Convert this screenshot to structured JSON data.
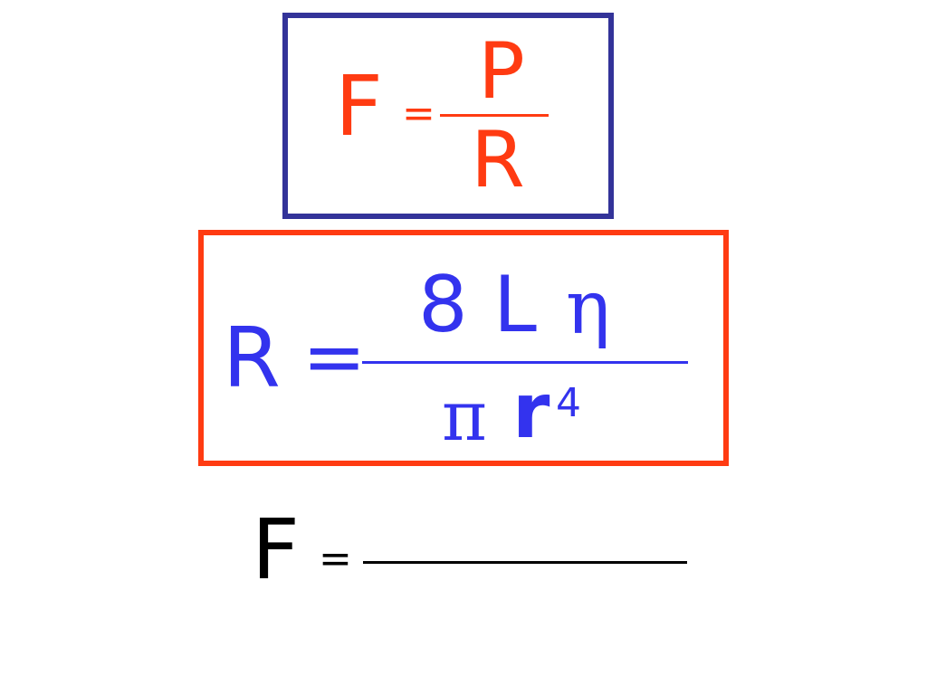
{
  "equation_power": {
    "lhs": "F",
    "equals": "=",
    "numerator": "P",
    "denominator": "R",
    "color": "#ff3b12",
    "border_color": "#333399"
  },
  "equation_resistance": {
    "lhs": "R",
    "equals": "=",
    "numerator_coeff": "8",
    "numerator_length": "L",
    "numerator_viscosity": "η",
    "denominator_pi": "π",
    "denominator_radius": "r",
    "denominator_exponent": "4",
    "color": "#3333ee",
    "border_color": "#ff3b12"
  },
  "equation_blank": {
    "lhs": "F",
    "equals": "=",
    "color": "#000000"
  }
}
